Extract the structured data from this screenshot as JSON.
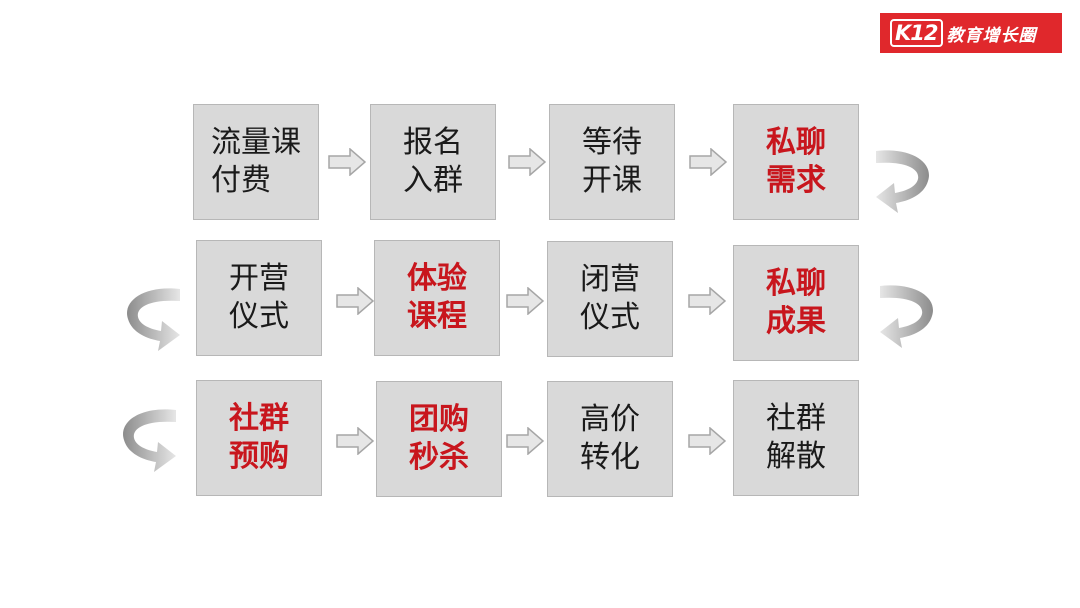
{
  "logo": {
    "mark": "K12",
    "name": "教育增长圈"
  },
  "steps": [
    {
      "text": "流量课\n付费",
      "highlight": false
    },
    {
      "text": "报名\n入群",
      "highlight": false
    },
    {
      "text": "等待\n开课",
      "highlight": false
    },
    {
      "text": "私聊\n需求",
      "highlight": true
    },
    {
      "text": "开营\n仪式",
      "highlight": false
    },
    {
      "text": "体验\n课程",
      "highlight": true
    },
    {
      "text": "闭营\n仪式",
      "highlight": false
    },
    {
      "text": "私聊\n成果",
      "highlight": true
    },
    {
      "text": "社群\n预购",
      "highlight": true
    },
    {
      "text": "团购\n秒杀",
      "highlight": true
    },
    {
      "text": "高价\n转化",
      "highlight": false
    },
    {
      "text": "社群\n解散",
      "highlight": false
    }
  ],
  "colors": {
    "highlight": "#c8161d",
    "box": "#d9d9d9",
    "arrow": "#a6a6a6",
    "brand": "#e0282c"
  },
  "icons": {
    "flow_arrow": "right-arrow-icon",
    "row_turn": "curved-return-arrow-icon"
  }
}
